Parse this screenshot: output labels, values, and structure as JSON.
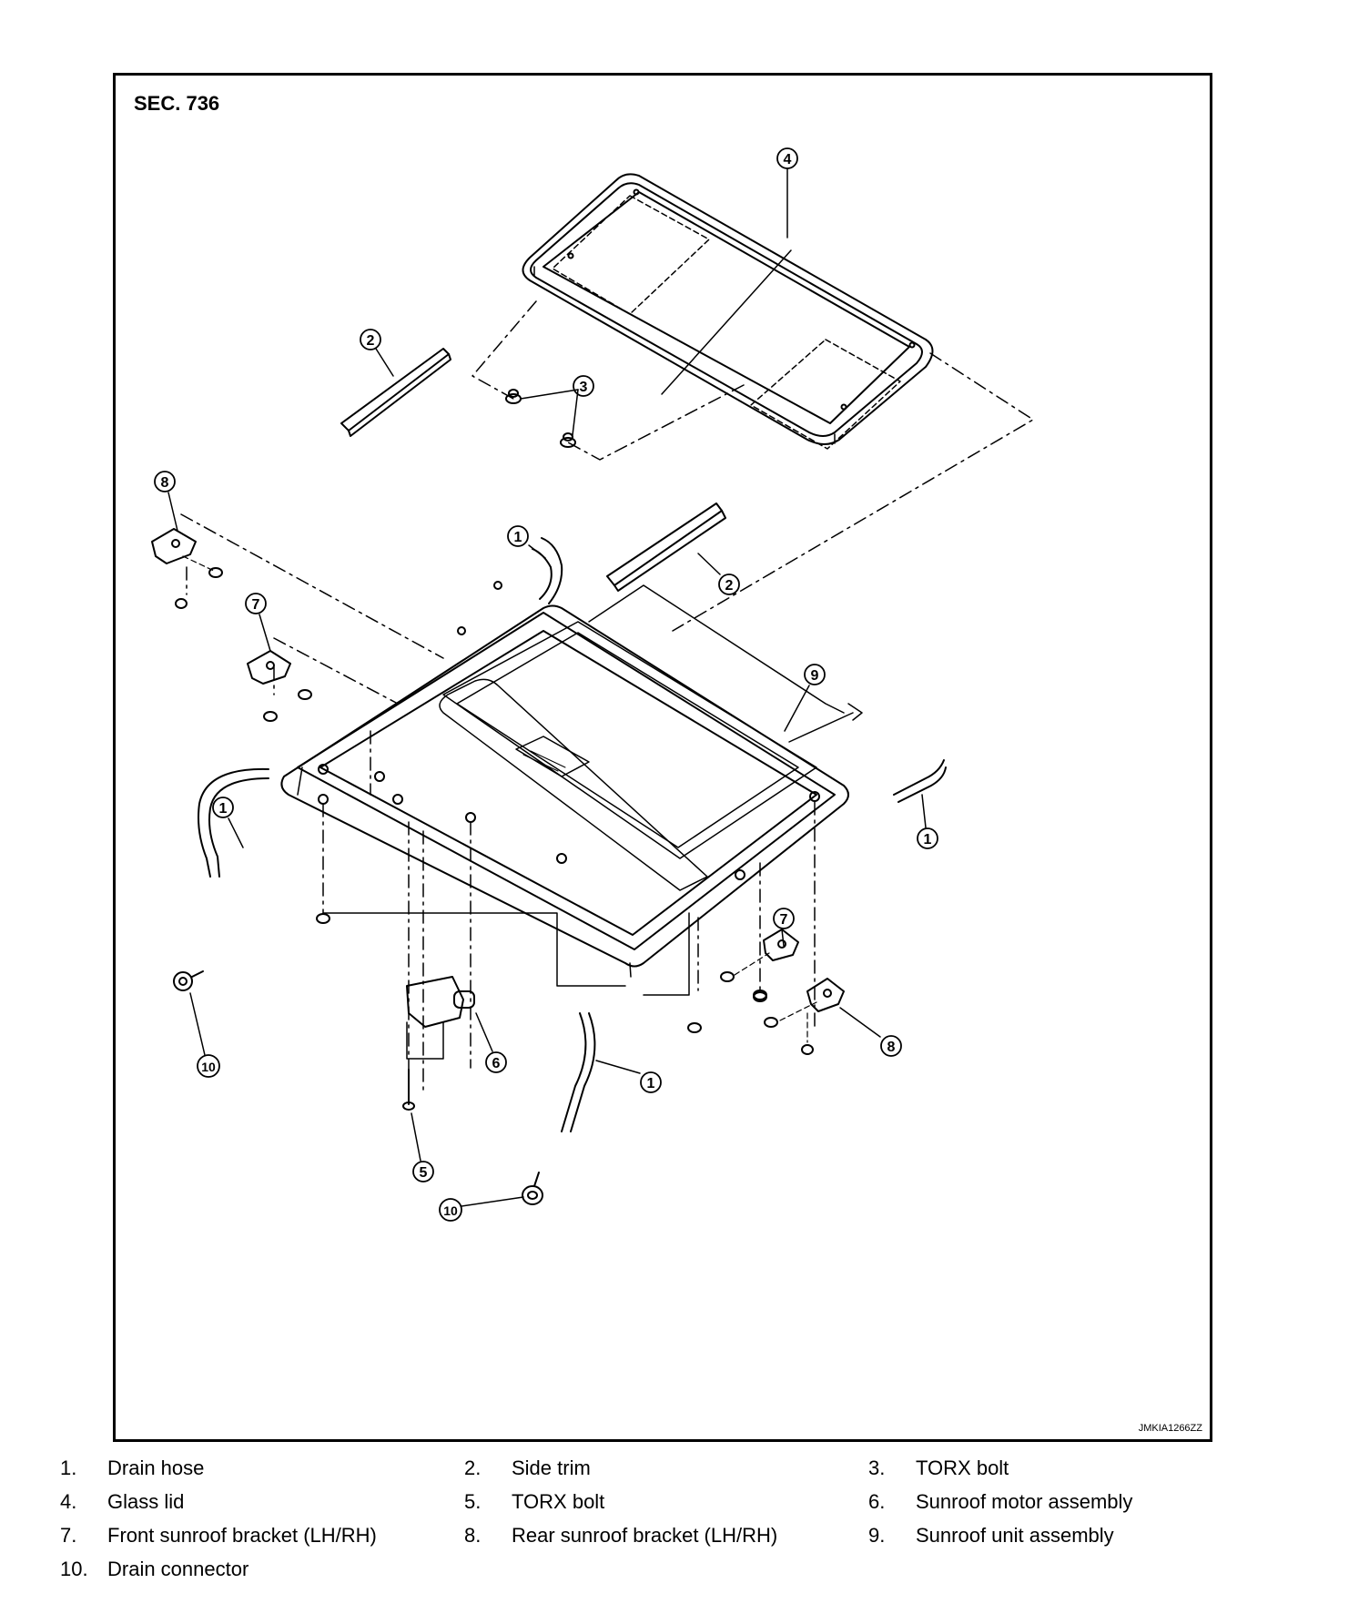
{
  "figure": {
    "section": "SEC. 736",
    "code": "JMKIA1266ZZ"
  },
  "callouts": [
    "1",
    "2",
    "3",
    "4",
    "5",
    "6",
    "7",
    "8",
    "9",
    "10"
  ],
  "legend": [
    {
      "num": "1.",
      "label": "Drain hose"
    },
    {
      "num": "2.",
      "label": "Side trim"
    },
    {
      "num": "3.",
      "label": "TORX bolt"
    },
    {
      "num": "4.",
      "label": "Glass lid"
    },
    {
      "num": "5.",
      "label": "TORX bolt"
    },
    {
      "num": "6.",
      "label": "Sunroof motor assembly"
    },
    {
      "num": "7.",
      "label": "Front sunroof bracket (LH/RH)"
    },
    {
      "num": "8.",
      "label": "Rear sunroof bracket (LH/RH)"
    },
    {
      "num": "9.",
      "label": "Sunroof unit assembly"
    },
    {
      "num": "10.",
      "label": "Drain connector"
    }
  ]
}
